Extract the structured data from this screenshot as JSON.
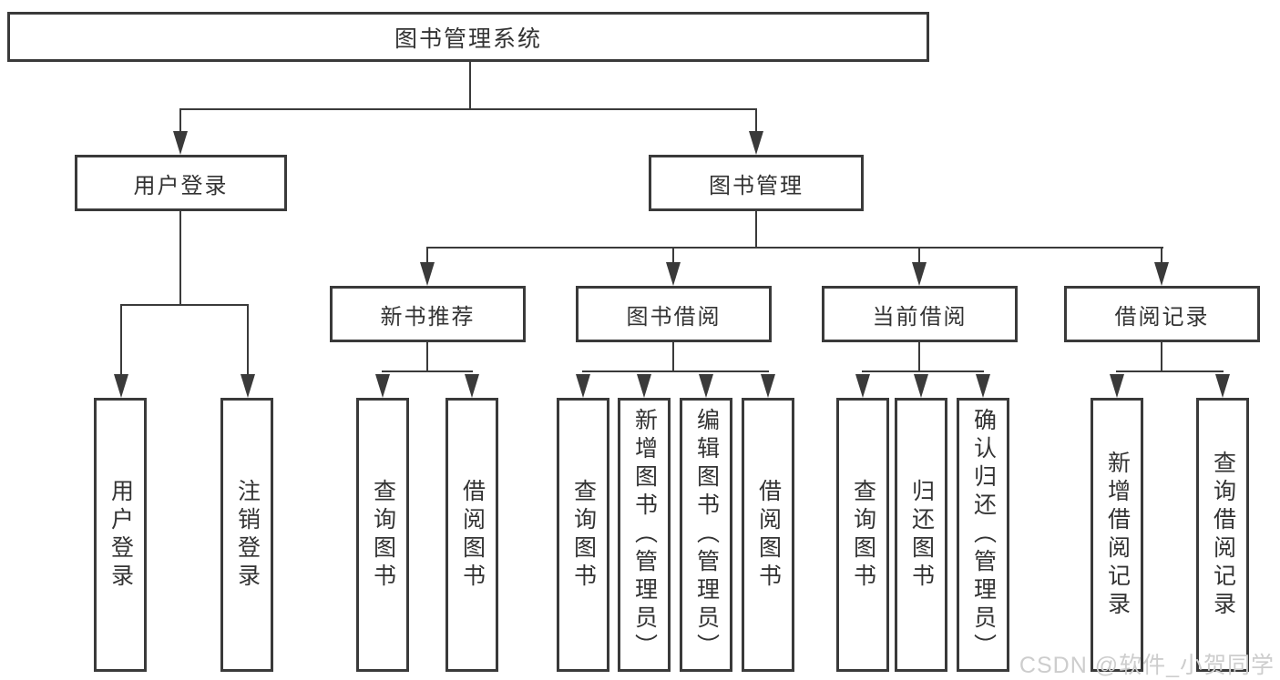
{
  "diagram": {
    "root": {
      "label": "图书管理系统"
    },
    "branches": {
      "user_login": {
        "label": "用户登录",
        "children": [
          {
            "label": "用户登录"
          },
          {
            "label": "注销登录"
          }
        ]
      },
      "book_management": {
        "label": "图书管理",
        "children": {
          "new_book_recommend": {
            "label": "新书推荐",
            "children": [
              {
                "label": "查询图书"
              },
              {
                "label": "借阅图书"
              }
            ]
          },
          "book_borrow": {
            "label": "图书借阅",
            "children": [
              {
                "label": "查询图书"
              },
              {
                "label": "新增图书（管理员）"
              },
              {
                "label": "编辑图书（管理员）"
              },
              {
                "label": "借阅图书"
              }
            ]
          },
          "current_borrow": {
            "label": "当前借阅",
            "children": [
              {
                "label": "查询图书"
              },
              {
                "label": "归还图书"
              },
              {
                "label": "确认归还（管理员）"
              }
            ]
          },
          "borrow_record": {
            "label": "借阅记录",
            "children": [
              {
                "label": "新增借阅记录"
              },
              {
                "label": "查询借阅记录"
              }
            ]
          }
        }
      }
    },
    "watermark": "CSDN @软件_小贺同学",
    "colors": {
      "line": "#3a3a3a",
      "text": "#333333",
      "watermark": "#cdcdcd",
      "background": "#ffffff"
    }
  }
}
